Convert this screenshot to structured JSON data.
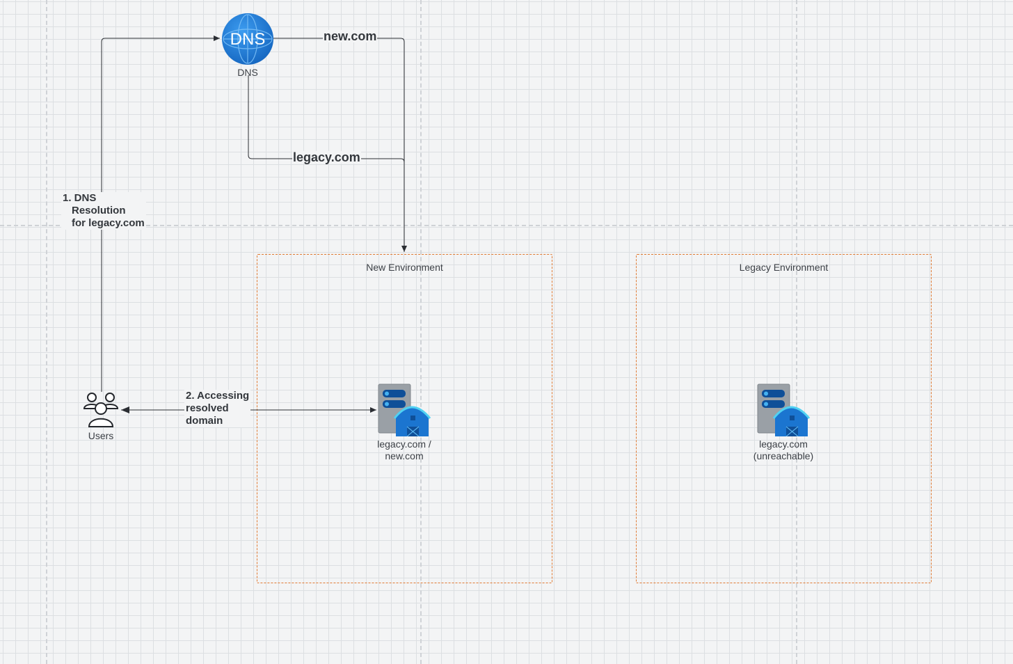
{
  "nodes": {
    "dns": {
      "label": "DNS",
      "icon": "dns-globe-icon"
    },
    "users": {
      "label": "Users",
      "icon": "users-icon"
    },
    "new_server": {
      "label_line1": "legacy.com /",
      "label_line2": "new.com",
      "icon": "web-server-icon"
    },
    "legacy_server": {
      "label_line1": "legacy.com",
      "label_line2": "(unreachable)",
      "icon": "web-server-icon"
    }
  },
  "containers": {
    "new_env": {
      "title": "New Environment"
    },
    "legacy_env": {
      "title": "Legacy Environment"
    }
  },
  "edges": {
    "new_com": "new.com",
    "legacy_com": "legacy.com",
    "dns_resolution_line1": "1. DNS",
    "dns_resolution_line2": "Resolution",
    "dns_resolution_line3": "for legacy.com",
    "accessing_line1": "2. Accessing",
    "accessing_line2": "resolved",
    "accessing_line3": "domain"
  },
  "colors": {
    "container_border": "#e07a32",
    "dns_icon": "#1e7fdc",
    "server_blue": "#1b75d0",
    "server_body": "#9aa0a6"
  }
}
